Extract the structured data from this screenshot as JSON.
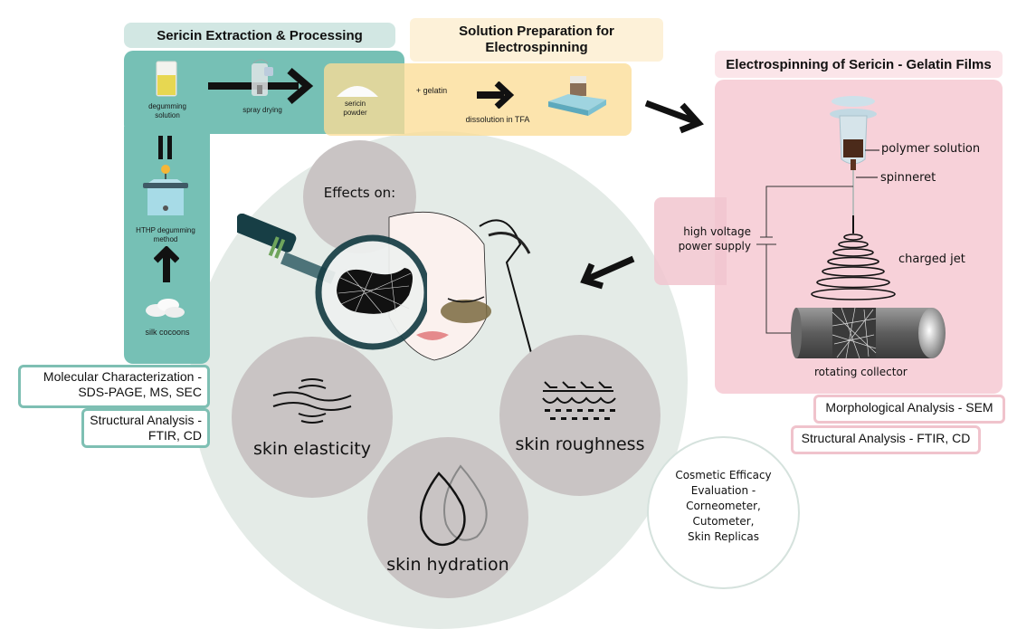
{
  "sections": {
    "extraction": {
      "title": "Sericin Extraction & Processing",
      "steps": {
        "degumming_solution": "degumming\nsolution",
        "spray_drying": "spray drying",
        "hthp_method": "HTHP degumming\nmethod",
        "silk_cocoons": "silk cocoons"
      },
      "analyses": [
        {
          "label": "Molecular Characterization -\nSDS-PAGE, MS, SEC"
        },
        {
          "label": "Structural Analysis -\nFTIR, CD"
        }
      ],
      "color": "#76c0b5"
    },
    "solution": {
      "title": "Solution Preparation for\nElectrospinning",
      "steps": {
        "sericin_powder": "sericin\npowder",
        "gelatin": "+ gelatin",
        "dissolution": "dissolution in TFA"
      },
      "color": "#fbdd96"
    },
    "electrospinning": {
      "title": "Electrospinning of Sericin - Gelatin Films",
      "labels": {
        "polymer_solution": "polymer solution",
        "spinneret": "spinneret",
        "power_supply": "high voltage\npower supply",
        "charged_jet": "charged jet",
        "collector": "rotating collector"
      },
      "analyses": [
        {
          "label": "Morphological Analysis - SEM"
        },
        {
          "label": "Structural Analysis - FTIR, CD"
        }
      ],
      "color": "#f7d1d9"
    },
    "effects": {
      "title": "Effects on:",
      "items": [
        {
          "label": "skin elasticity",
          "icon": "elasticity-waves-icon"
        },
        {
          "label": "skin hydration",
          "icon": "water-drops-icon"
        },
        {
          "label": "skin roughness",
          "icon": "skin-layers-icon"
        }
      ],
      "evaluation": "Cosmetic Efficacy\nEvaluation -\nCorneometer,\nCutometer,\nSkin Replicas"
    }
  }
}
